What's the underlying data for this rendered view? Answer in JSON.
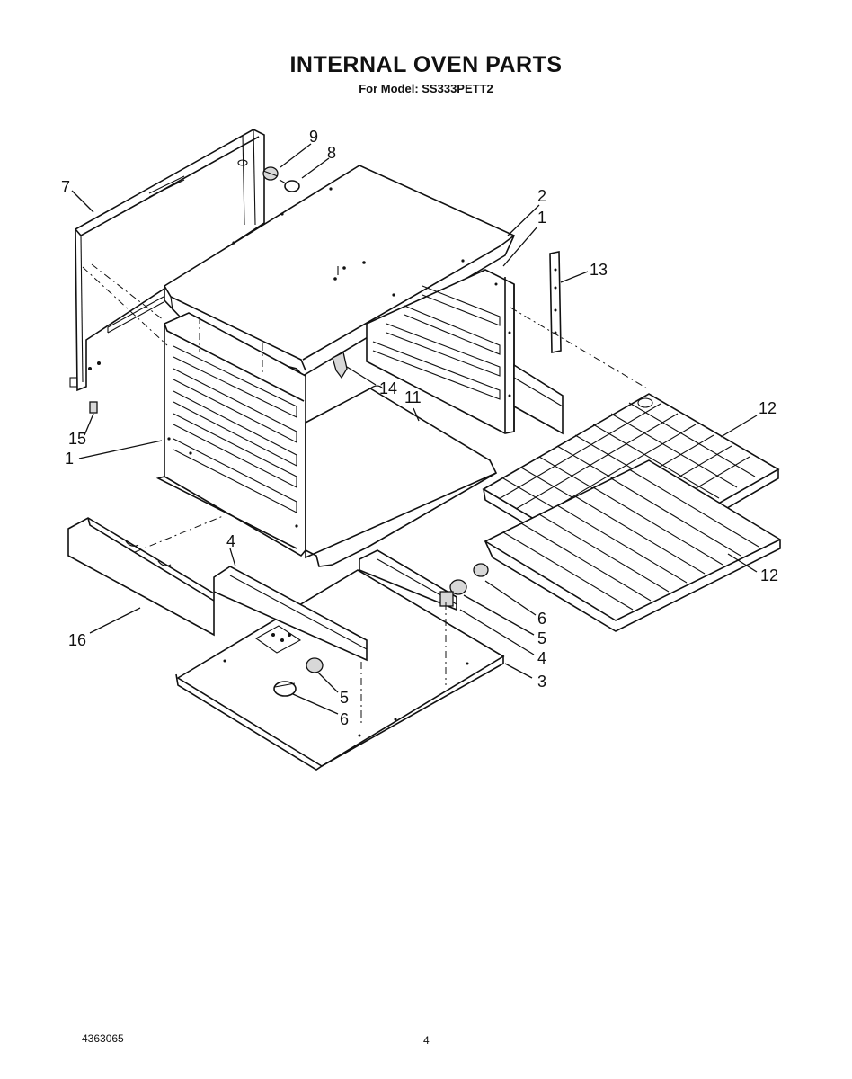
{
  "header": {
    "title": "INTERNAL OVEN PARTS",
    "subtitle": "For Model: SS333PETT2"
  },
  "callouts": {
    "c1_right": "1",
    "c1_left": "1",
    "c2": "2",
    "c3": "3",
    "c4_top": "4",
    "c4_right": "4",
    "c5_right": "5",
    "c5_bottom": "5",
    "c6_right": "6",
    "c6_bottom": "6",
    "c7": "7",
    "c8": "8",
    "c9": "9",
    "c11": "11",
    "c12_top": "12",
    "c12_bottom": "12",
    "c13": "13",
    "c14": "14",
    "c15": "15",
    "c16": "16"
  },
  "footer": {
    "doc_number": "4363065",
    "page_number": "4"
  }
}
